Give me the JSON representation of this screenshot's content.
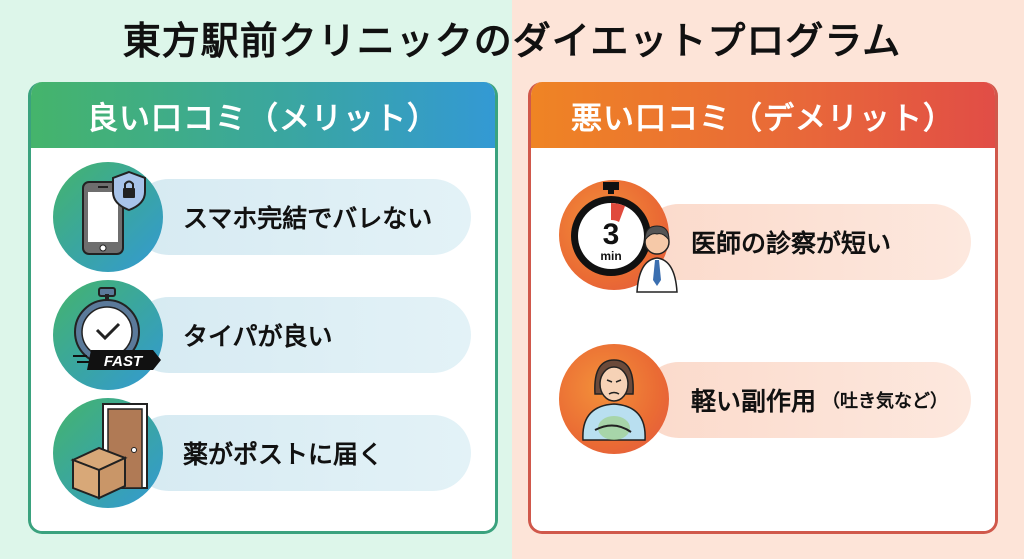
{
  "title": "東方駅前クリニックのダイエットプログラム",
  "colors": {
    "good_bg": "#ddf6ea",
    "bad_bg": "#fde4d8",
    "good_accent_start": "#45b46b",
    "good_accent_end": "#3399d4",
    "bad_accent_start": "#ef8424",
    "bad_accent_end": "#e14d46"
  },
  "good": {
    "header": "良い口コミ（メリット）",
    "items": [
      {
        "label": "スマホ完結でバレない",
        "icon": "smartphone-lock-icon"
      },
      {
        "label": "タイパが良い",
        "icon": "stopwatch-fast-icon",
        "badge": "FAST"
      },
      {
        "label": "薬がポストに届く",
        "icon": "door-package-icon"
      }
    ]
  },
  "bad": {
    "header": "悪い口コミ（デメリット）",
    "items": [
      {
        "label": "医師の診察が短い",
        "icon": "timer-doctor-icon",
        "timer_value": "3",
        "timer_unit": "min"
      },
      {
        "label": "軽い副作用",
        "sub": "（吐き気など）",
        "icon": "nauseous-woman-icon"
      }
    ]
  }
}
